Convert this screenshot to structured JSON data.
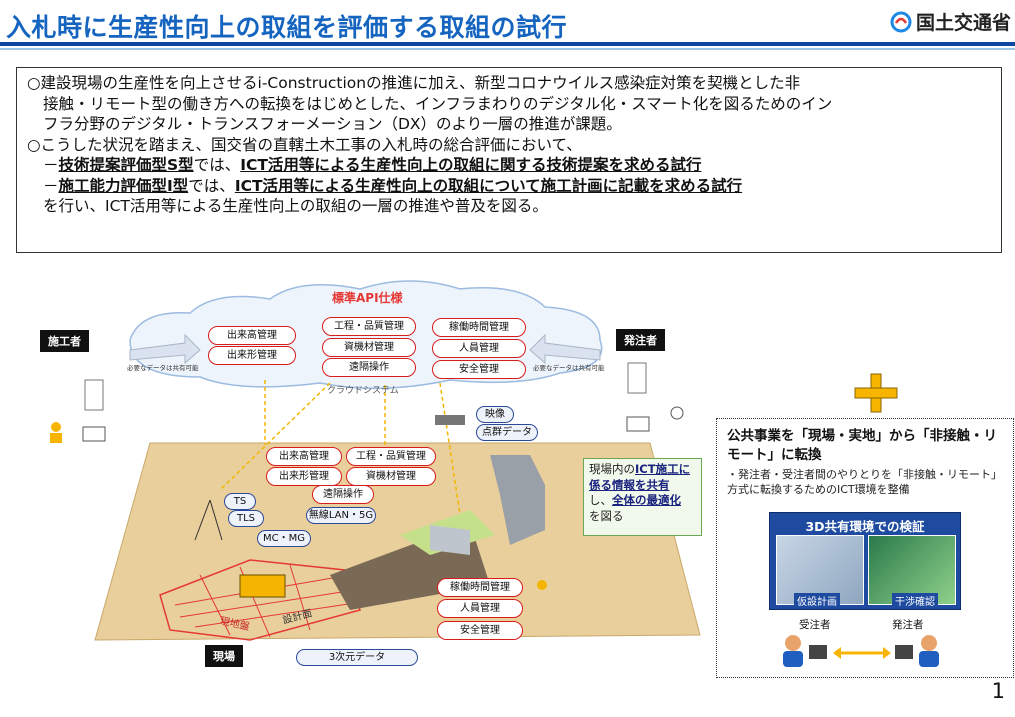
{
  "header": {
    "title": "入札時に生産性向上の取組を評価する取組の試行",
    "logo_text": "国土交通省"
  },
  "summary": {
    "line1": "○建設現場の生産性を向上させるi-Constructionの推進に加え、新型コロナウイルス感染症対策を契機とした非",
    "line2": "接触・リモート型の働き方への転換をはじめとした、インフラまわりのデジタル化・スマート化を図るためのイン",
    "line3": "フラ分野のデジタル・トランスフォーメーション（DX）のより一層の推進が課題。",
    "line4": "○こうした状況を踏まえ、国交省の直轄土木工事の入札時の総合評価において、",
    "item1": {
      "dash": "－",
      "type": "技術提案評価型S型",
      "mid": "では、",
      "req": "ICT活用等による生産性向上の取組に関する技術提案を求める試行"
    },
    "item2": {
      "dash": "－",
      "type": "施工能力評価型Ⅰ型",
      "mid": "では、",
      "req": "ICT活用等による生産性向上の取組について施工計画に記載を求める試行"
    },
    "line7": "を行い、ICT活用等による生産性向上の取組の一層の推進や普及を図る。"
  },
  "diagram": {
    "api_label": "標準API仕様",
    "cloud_label": "クラウドシステム",
    "contractor_label": "施工者",
    "owner_label": "発注者",
    "share_note_left": "必要なデータは共有可能",
    "share_note_right": "必要なデータは共有可能",
    "cloud_pills": [
      "出来高管理",
      "出来形管理",
      "工程・品質管理",
      "資機材管理",
      "遠隔操作",
      "稼働時間管理",
      "人員管理",
      "安全管理"
    ],
    "field_pills": [
      "出来高管理",
      "工程・品質管理",
      "出来形管理",
      "資機材管理",
      "遠隔操作"
    ],
    "field_blue": [
      "無線LAN・5G",
      "TS",
      "TLS",
      "MC・MG",
      "映像",
      "点群データ",
      "3次元データ"
    ],
    "right_pills": [
      "稼働時間管理",
      "人員管理",
      "安全管理"
    ],
    "site_label": "現場",
    "ground_label": "現地盤",
    "design_label": "設計面",
    "callout": {
      "p1": "現場内の",
      "b1": "ICT施工に",
      "b2": "係る情報を共有",
      "p2": "し、",
      "b3": "全体の最適化",
      "p3": "を図る"
    }
  },
  "right_panel": {
    "title": "公共事業を「現場・実地」から「非接触・リモート」に転換",
    "text": "・発注者・受注者間のやりとりを「非接触・リモート」方式に転換するためのICT環境を整備",
    "box_title": "3D共有環境での検証",
    "cap_left": "仮設計画",
    "cap_right": "干渉確認",
    "person_left": "受注者",
    "person_right": "発注者"
  },
  "colors": {
    "title_blue": "#1565c0",
    "pill_red": "#d81b1b",
    "plus_yellow": "#f7b500",
    "panel_blue": "#1e4ba0"
  },
  "page_number": "1"
}
